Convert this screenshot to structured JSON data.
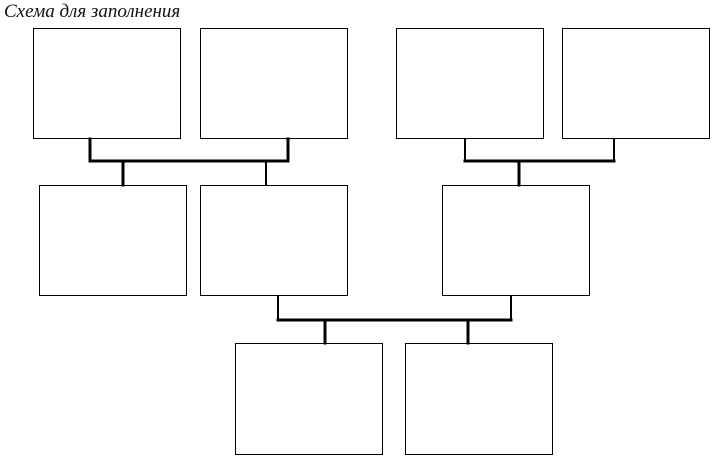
{
  "diagram": {
    "title": "Схема для заполнения",
    "colors": {
      "box_border": "#000000",
      "connector": "#000000",
      "background": "#ffffff"
    },
    "generations": [
      {
        "level": 1,
        "boxes": [
          "box-g1-1",
          "box-g1-2",
          "box-g1-3",
          "box-g1-4"
        ]
      },
      {
        "level": 2,
        "boxes": [
          "box-g2-1",
          "box-g2-2",
          "box-g2-3"
        ]
      },
      {
        "level": 3,
        "boxes": [
          "box-g3-1",
          "box-g3-2"
        ]
      }
    ]
  }
}
